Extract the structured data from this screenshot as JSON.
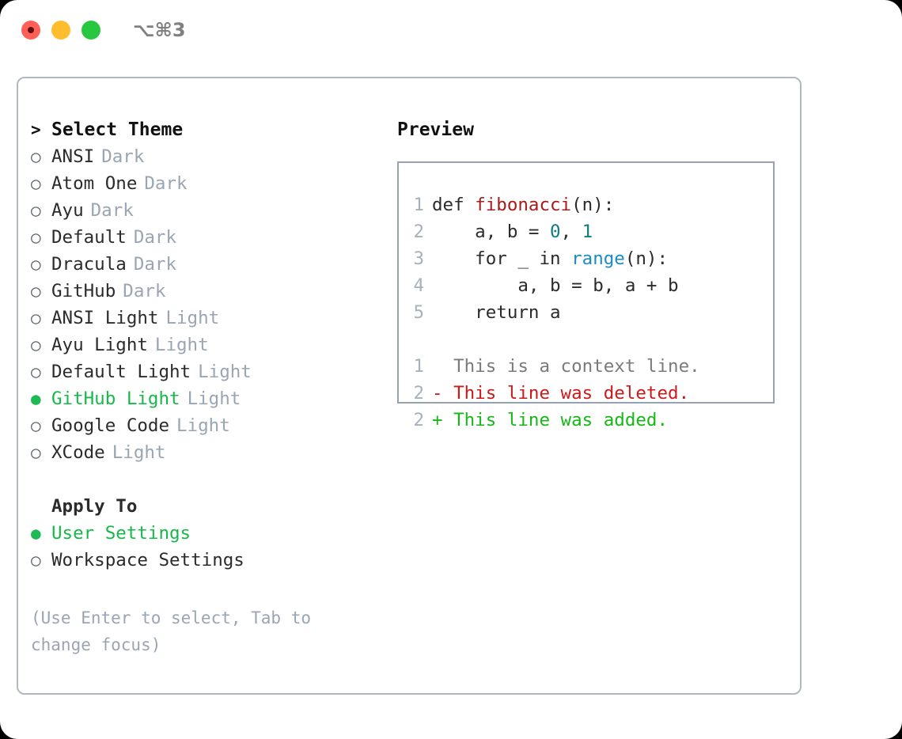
{
  "titlebar": {
    "shortcut": "⌥⌘3",
    "lights": [
      "close",
      "minimize",
      "maximize"
    ]
  },
  "left": {
    "header": {
      "caret": ">",
      "label": "Select Theme"
    },
    "themes": [
      {
        "marker": "○",
        "name": "ANSI",
        "badge": "Dark",
        "selected": false
      },
      {
        "marker": "○",
        "name": "Atom One",
        "badge": "Dark",
        "selected": false
      },
      {
        "marker": "○",
        "name": "Ayu",
        "badge": "Dark",
        "selected": false
      },
      {
        "marker": "○",
        "name": "Default",
        "badge": "Dark",
        "selected": false
      },
      {
        "marker": "○",
        "name": "Dracula",
        "badge": "Dark",
        "selected": false
      },
      {
        "marker": "○",
        "name": "GitHub",
        "badge": "Dark",
        "selected": false
      },
      {
        "marker": "○",
        "name": "ANSI Light",
        "badge": "Light",
        "selected": false
      },
      {
        "marker": "○",
        "name": "Ayu Light",
        "badge": "Light",
        "selected": false
      },
      {
        "marker": "○",
        "name": "Default Light",
        "badge": "Light",
        "selected": false
      },
      {
        "marker": "●",
        "name": "GitHub Light",
        "badge": "Light",
        "selected": true
      },
      {
        "marker": "○",
        "name": "Google Code",
        "badge": "Light",
        "selected": false
      },
      {
        "marker": "○",
        "name": "XCode",
        "badge": "Light",
        "selected": false
      }
    ],
    "apply_to": {
      "label": "Apply To",
      "options": [
        {
          "marker": "●",
          "name": "User Settings",
          "selected": true
        },
        {
          "marker": "○",
          "name": "Workspace Settings",
          "selected": false
        }
      ]
    },
    "hint": "(Use Enter to select, Tab to change focus)"
  },
  "right": {
    "title": "Preview",
    "code": [
      {
        "num": "1",
        "tokens": [
          {
            "t": "def ",
            "c": "tok-kw"
          },
          {
            "t": "fibonacci",
            "c": "tok-fn"
          },
          {
            "t": "(n):",
            "c": "tok-plain"
          }
        ]
      },
      {
        "num": "2",
        "tokens": [
          {
            "t": "    a, b = ",
            "c": "tok-plain"
          },
          {
            "t": "0",
            "c": "tok-num"
          },
          {
            "t": ", ",
            "c": "tok-plain"
          },
          {
            "t": "1",
            "c": "tok-num"
          }
        ]
      },
      {
        "num": "3",
        "tokens": [
          {
            "t": "    for _ in ",
            "c": "tok-plain"
          },
          {
            "t": "range",
            "c": "tok-call"
          },
          {
            "t": "(n):",
            "c": "tok-plain"
          }
        ]
      },
      {
        "num": "4",
        "tokens": [
          {
            "t": "        a, b = b, a + b",
            "c": "tok-plain"
          }
        ]
      },
      {
        "num": "5",
        "tokens": [
          {
            "t": "    return a",
            "c": "tok-plain"
          }
        ]
      }
    ],
    "diff": [
      {
        "num": "1",
        "sign": "  ",
        "text": "This is a context line.",
        "kind": "diff-ctx"
      },
      {
        "num": "2",
        "sign": "- ",
        "text": "This line was deleted.",
        "kind": "diff-del"
      },
      {
        "num": "2",
        "sign": "+ ",
        "text": "This line was added.",
        "kind": "diff-add"
      }
    ]
  },
  "colors": {
    "accent_green": "#16b947",
    "badge_gray": "#9aa5b4",
    "border": "#b0b8c4",
    "preview_border": "#97a3b3",
    "syntax_function": "#a61b1b",
    "syntax_number": "#0d7d7d",
    "syntax_call": "#1a8cc4",
    "diff_added": "#16b816",
    "diff_deleted": "#cc1a1a",
    "diff_context": "#7a7a7a"
  }
}
